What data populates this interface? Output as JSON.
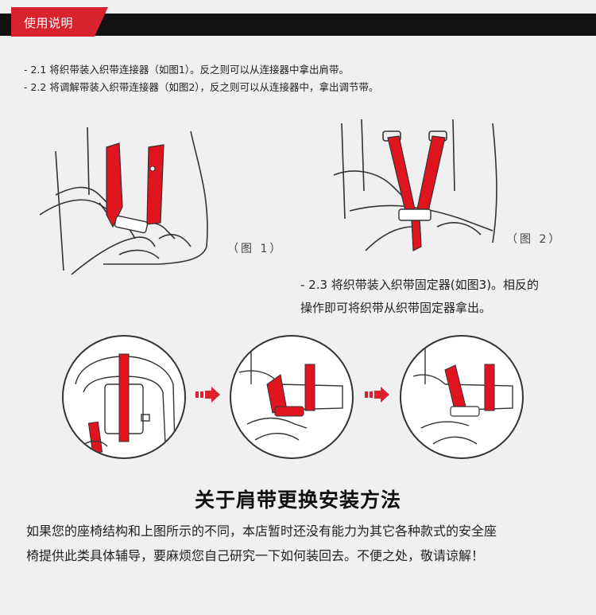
{
  "header": {
    "tag_label": "使用说明"
  },
  "instructions": [
    "- 2.1 将织带装入织带连接器（如图1）。反之则可以从连接器中拿出肩带。",
    "- 2.2 将调解带装入织带连接器（如图2），反之则可以从连接器中，拿出调节带。"
  ],
  "figures": {
    "fig1_label": "（图 1）",
    "fig2_label": "（图 2）"
  },
  "step3": {
    "line1": "- 2.3 将织带装入织带固定器(如图3)。相反的",
    "line2": "操作即可将织带从织带固定器拿出。"
  },
  "section": {
    "title": "关于肩带更换安装方法",
    "line1": "如果您的座椅结构和上图所示的不同，本店暂时还没有能力为其它各种款式的安全座",
    "line2": "椅提供此类具体辅导，要麻烦您自己研究一下如何装回去。不便之处，敬请谅解！"
  },
  "colors": {
    "accent": "#d8232f",
    "strap": "#e0141e",
    "header_bar": "#121212",
    "background": "#f0f0f0"
  }
}
